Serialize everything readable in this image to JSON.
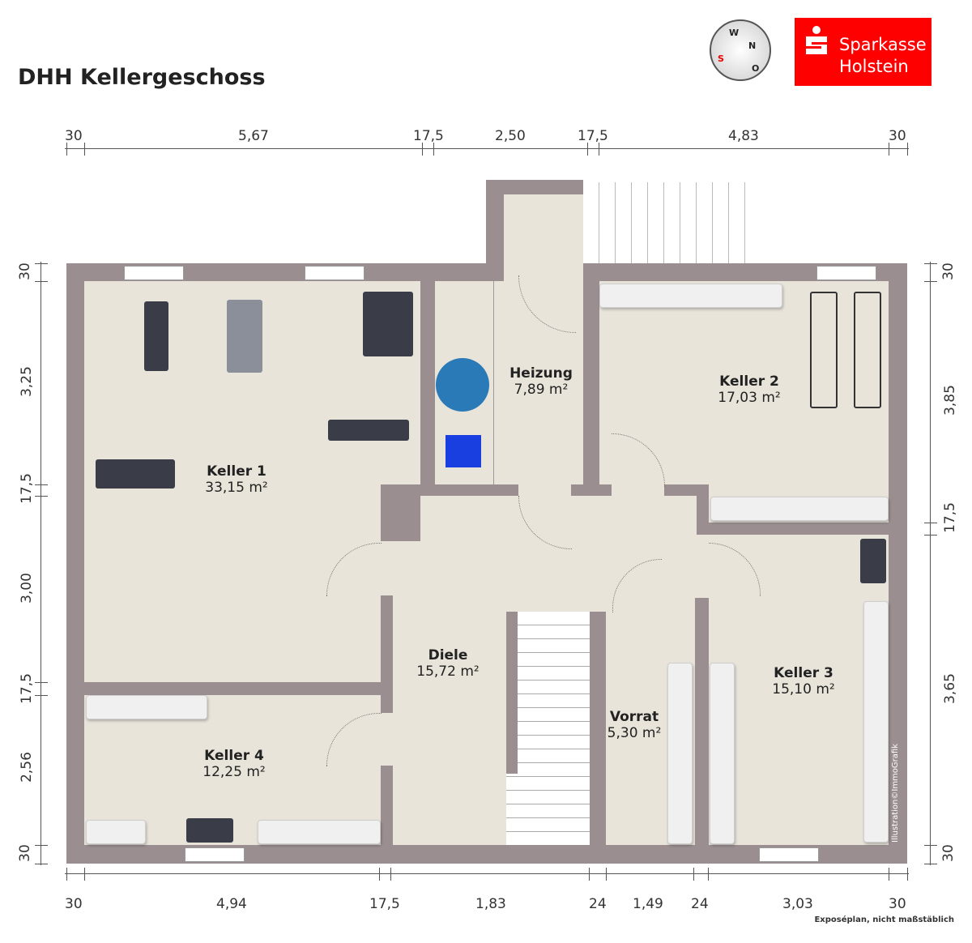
{
  "title": "DHH Kellergeschoss",
  "logo": {
    "line1": "Sparkasse",
    "line2": "Holstein",
    "color": "#ff0000"
  },
  "compass": {
    "w": "W",
    "n": "N",
    "o": "O"
  },
  "rooms": [
    {
      "name": "Keller 1",
      "area": "33,15 m²"
    },
    {
      "name": "Heizung",
      "area": "7,89 m²"
    },
    {
      "name": "Keller 2",
      "area": "17,03 m²"
    },
    {
      "name": "Diele",
      "area": "15,72 m²"
    },
    {
      "name": "Vorrat",
      "area": "5,30 m²"
    },
    {
      "name": "Keller 3",
      "area": "15,10 m²"
    },
    {
      "name": "Keller 4",
      "area": "12,25 m²"
    }
  ],
  "dims_top": [
    "30",
    "5,67",
    "17,5",
    "2,50",
    "17,5",
    "4,83",
    "30"
  ],
  "dims_bottom": [
    "30",
    "4,94",
    "17,5",
    "1,83",
    "24",
    "1,49",
    "24",
    "3,03",
    "30"
  ],
  "dims_left": [
    "30",
    "3,25",
    "17,5",
    "3,00",
    "17,5",
    "2,56",
    "30"
  ],
  "dims_right": [
    "30",
    "3,85",
    "17,5",
    "3,65",
    "30"
  ],
  "watermark": "Illustration©ImmoGrafik",
  "note": "Exposéplan, nicht maßstäblich"
}
